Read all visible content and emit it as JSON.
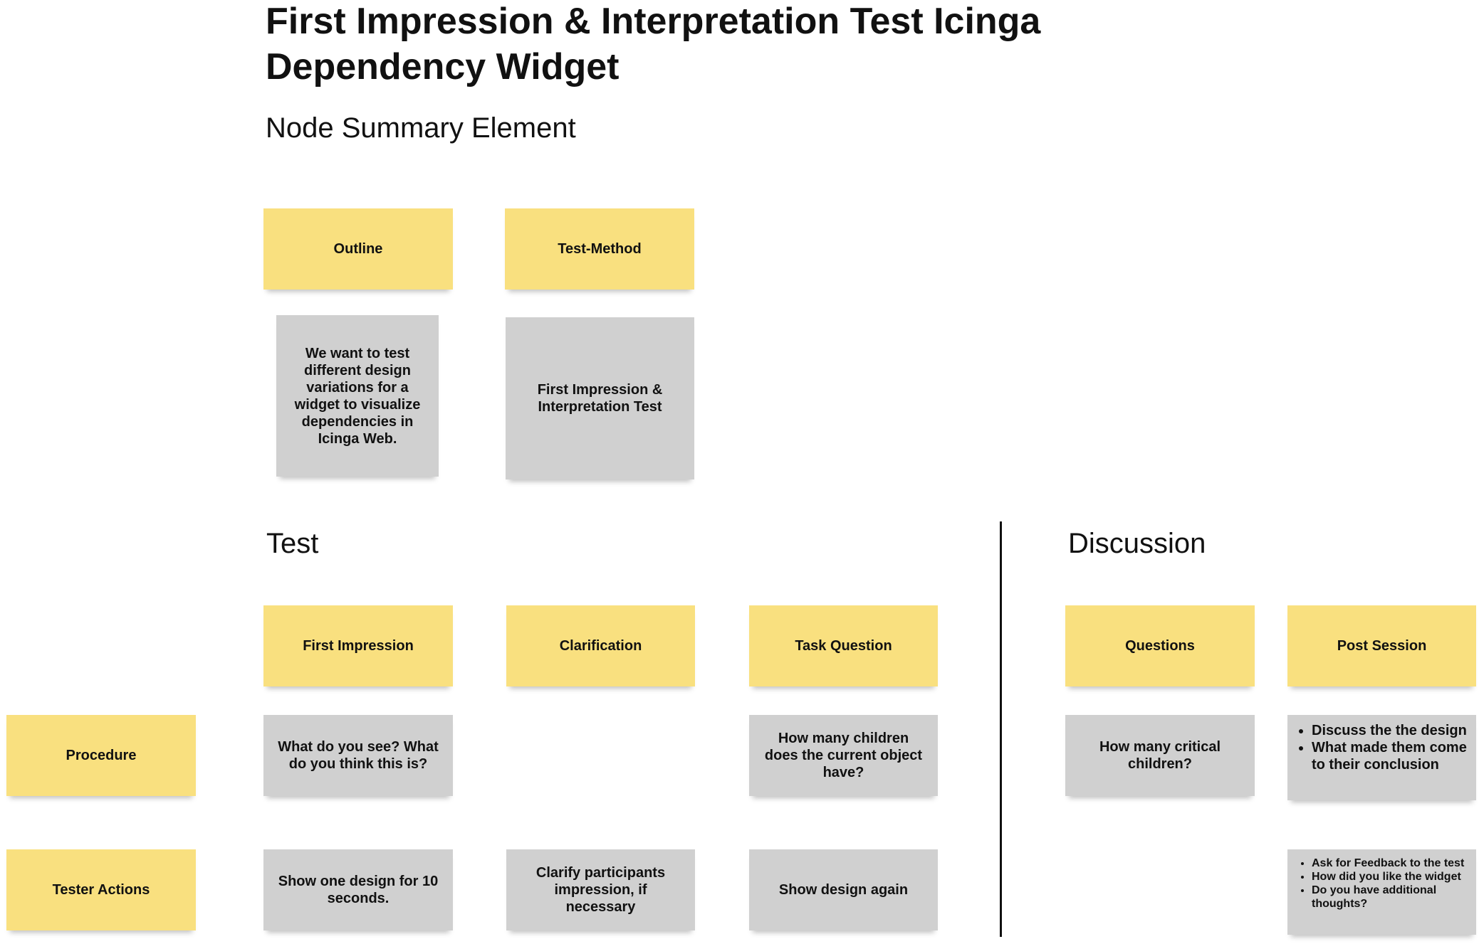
{
  "title": "First Impression & Interpretation Test Icinga Dependency Widget",
  "subtitle": "Node Summary Element",
  "sections": {
    "test": "Test",
    "discussion": "Discussion"
  },
  "top_notes": {
    "outline_header": "Outline",
    "outline_body": "We want to test different design variations for a widget to visualize dependencies in Icinga Web.",
    "method_header": "Test-Method",
    "method_body": "First Impression & Interpretation Test"
  },
  "columns": {
    "first_impression": "First Impression",
    "clarification": "Clarification",
    "task_question": "Task Question",
    "questions": "Questions",
    "post_session": "Post Session"
  },
  "rows": {
    "procedure": "Procedure",
    "tester_actions": "Tester Actions"
  },
  "procedure": {
    "first_impression": "What do you see? What do you think this is?",
    "task_question": "How many children does the current object have?",
    "questions": "How many critical children?",
    "post_session": [
      "Discuss the the design",
      "What made them come to their conclusion"
    ]
  },
  "tester_actions": {
    "first_impression": "Show one design for 10 seconds.",
    "clarification": "Clarify participants impression, if necessary",
    "task_question": "Show design again",
    "post_session": [
      "Ask for Feedback to the test",
      "How did you like the widget",
      "Do you have additional thoughts?"
    ]
  },
  "colors": {
    "sticky_yellow": "#f9e07f",
    "sticky_gray": "#d0d0d0",
    "divider": "#111111"
  }
}
